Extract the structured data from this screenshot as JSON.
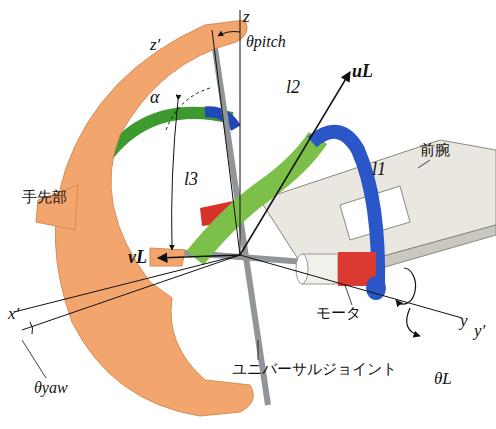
{
  "diagram": {
    "labels": [
      "z′",
      "z",
      "θpitch",
      "α",
      "uL",
      "l2",
      "l1",
      "前腕",
      "l3",
      "手先部",
      "vL",
      "x′",
      "θyaw",
      "モータ",
      "y",
      "y′",
      "θL",
      "ユニバーサルジョイント"
    ]
  }
}
